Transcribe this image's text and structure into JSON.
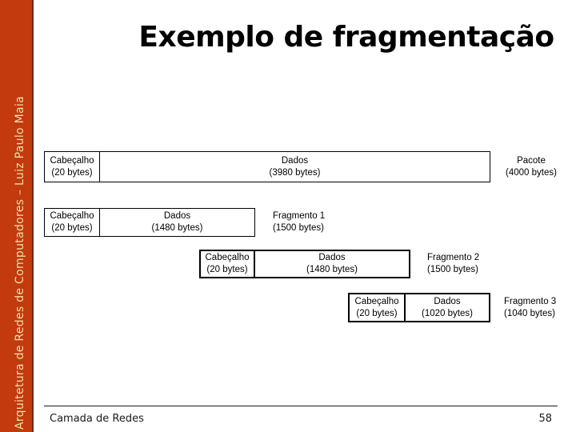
{
  "slide": {
    "title": "Exemplo de fragmentação",
    "sidebar_text": "Arquitetura de Redes de Computadores – Luiz Paulo Maia",
    "footer": {
      "section": "Camada de Redes",
      "page_number": "58"
    },
    "colors": {
      "sidebar_bg": "#c23a0e",
      "sidebar_border": "#7e2403",
      "sidebar_text": "#ecdfa6",
      "title_text": "#000000",
      "box_border": "#000000"
    }
  },
  "diagram": {
    "rows": [
      {
        "header": "Cabeçalho",
        "header_size": "(20 bytes)",
        "data": "Dados",
        "data_size": "(3980 bytes)",
        "label": "Pacote",
        "label_size": "(4000 bytes)"
      },
      {
        "header": "Cabeçalho",
        "header_size": "(20 bytes)",
        "data": "Dados",
        "data_size": "(1480 bytes)",
        "label": "Fragmento 1",
        "label_size": "(1500 bytes)"
      },
      {
        "header": "Cabeçalho",
        "header_size": "(20 bytes)",
        "data": "Dados",
        "data_size": "(1480 bytes)",
        "label": "Fragmento 2",
        "label_size": "(1500 bytes)"
      },
      {
        "header": "Cabeçalho",
        "header_size": "(20 bytes)",
        "data": "Dados",
        "data_size": "(1020 bytes)",
        "label": "Fragmento 3",
        "label_size": "(1040 bytes)"
      }
    ]
  }
}
